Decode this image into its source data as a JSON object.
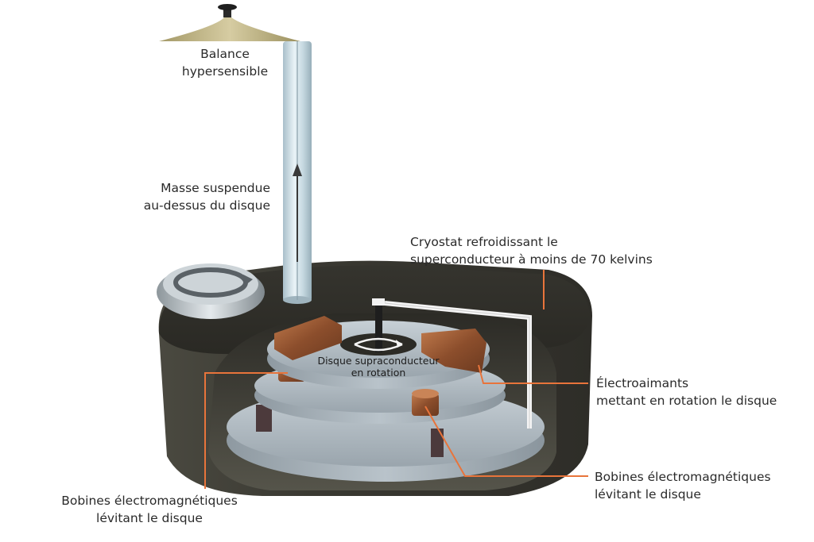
{
  "labels": {
    "balance": {
      "line1": "Balance",
      "line2": "hypersensible"
    },
    "masse": {
      "line1": "Masse suspendue",
      "line2": "au-dessus du disque"
    },
    "cryostat": {
      "line1": "Cryostat refroidissant le",
      "line2": "superconducteur à moins de 70 kelvins"
    },
    "disque": {
      "line1": "Disque supraconducteur",
      "line2": "en rotation"
    },
    "electroaimants": {
      "line1": "Électroaimants",
      "line2": "mettant en rotation le disque"
    },
    "bobines_right": {
      "line1": "Bobines électromagnétiques",
      "line2": "lévitant le disque"
    },
    "bobines_left": {
      "line1": "Bobines électromagnétiques",
      "line2": "lévitant le disque"
    }
  },
  "colors": {
    "leader": "#e8743b",
    "housing": "#3b3a32",
    "housing_top": "#2e2d27",
    "platter": "#a9b4bc",
    "tube": "#cfe0e8",
    "copper": "#9a5a36",
    "balance": "#c0b48a"
  },
  "icons": {
    "rotation": "rotation-arrow-icon",
    "lift": "up-arrow-icon"
  }
}
